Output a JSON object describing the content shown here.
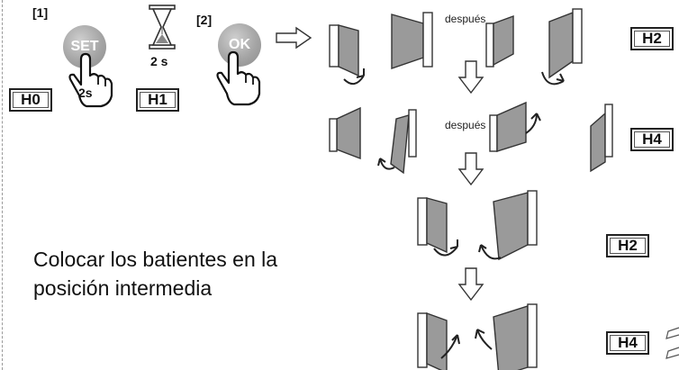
{
  "steps": {
    "step1_label": "[1]",
    "step2_label": "[2]",
    "set_button": "SET",
    "ok_button": "OK",
    "hold_time": "2s",
    "hourglass_time": "2 s"
  },
  "codes": {
    "h0": "H0",
    "h1": "H1",
    "row1": "H2",
    "row2": "H4",
    "row3": "H2",
    "row4": "H4"
  },
  "sequence_word_1": "después",
  "sequence_word_2": "después",
  "instruction": {
    "line1": "Colocar los batientes en la",
    "line2": "posición intermedia"
  },
  "icons": [
    "hourglass-icon",
    "press-hand-icon",
    "right-arrow-icon",
    "down-arrow-icon",
    "gate-leaf-icon",
    "rotation-arrow-icon"
  ]
}
